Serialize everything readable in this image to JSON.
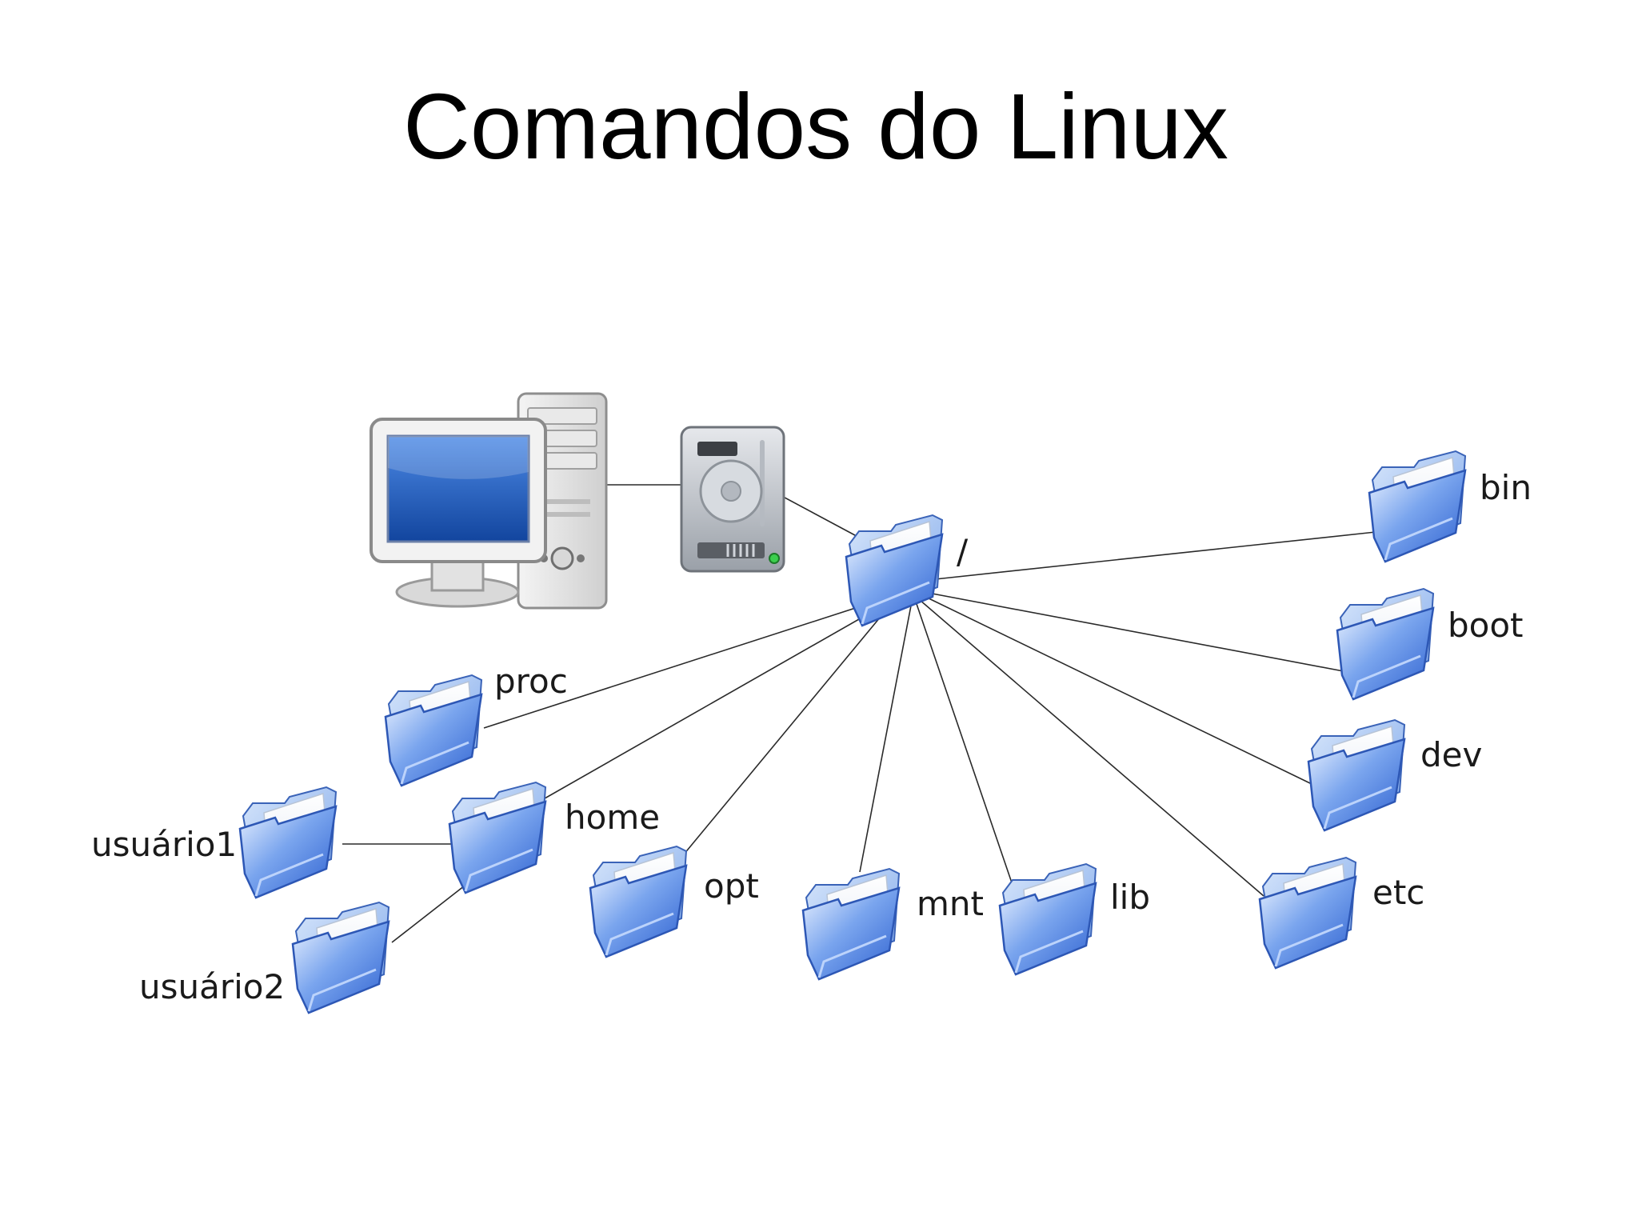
{
  "title": "Comandos do Linux",
  "diagram": {
    "icons": {
      "computer": "computer-icon",
      "disk": "hard-disk-icon",
      "folder": "folder-icon"
    },
    "colors": {
      "folder_front": "#3d6fd6",
      "folder_back": "#9cc0f2",
      "screen": "#1d5cc4",
      "line": "#333333"
    },
    "root": "/",
    "folders": {
      "bin": "bin",
      "boot": "boot",
      "dev": "dev",
      "etc": "etc",
      "lib": "lib",
      "mnt": "mnt",
      "opt": "opt",
      "home": "home",
      "proc": "proc",
      "usuario1": "usuário1",
      "usuario2": "usuário2"
    }
  }
}
